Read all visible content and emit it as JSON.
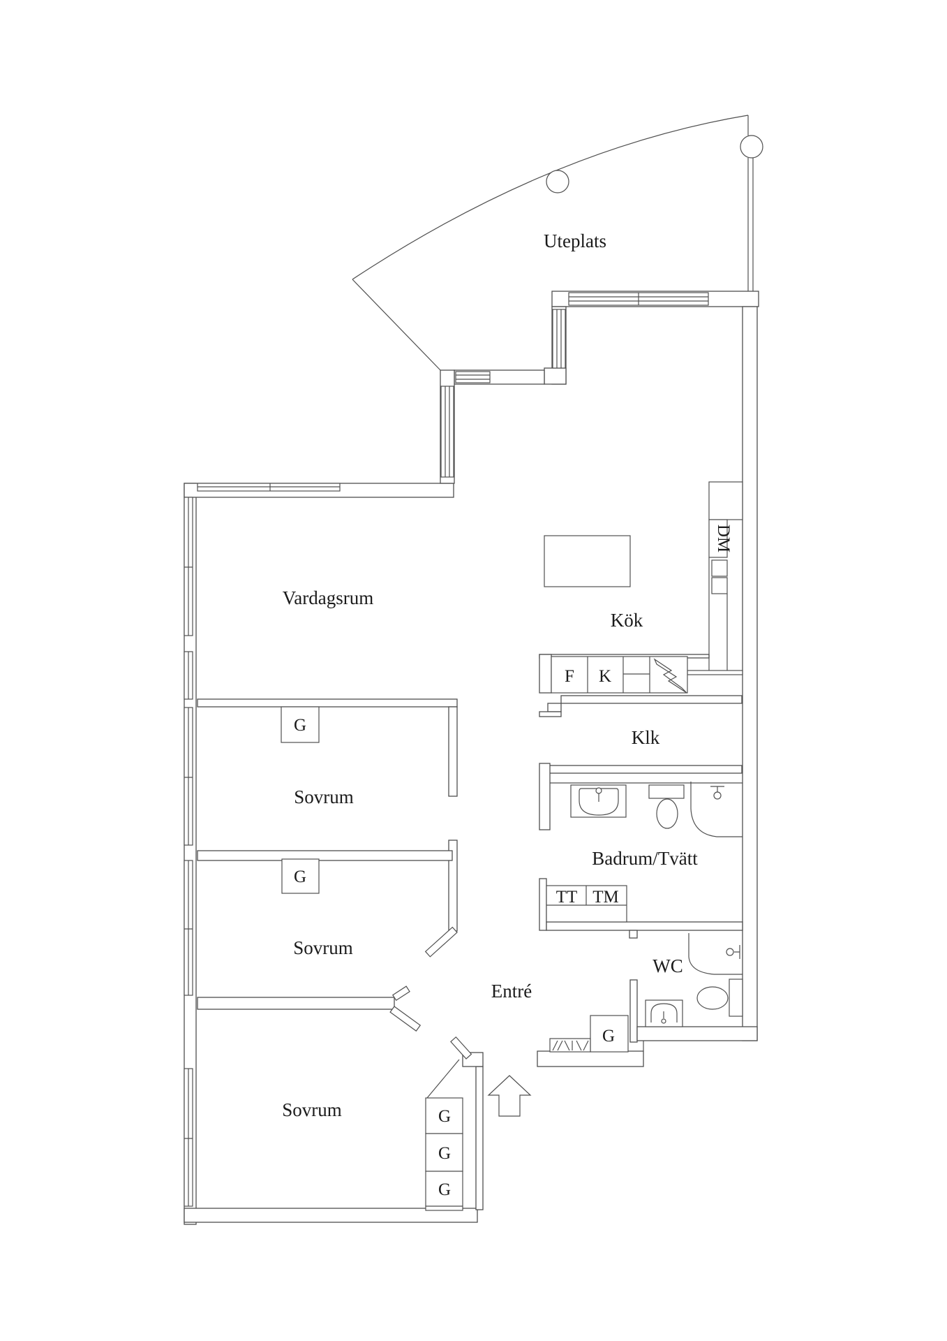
{
  "floor_plan": {
    "rooms": {
      "uteplats": "Uteplats",
      "vardagsrum": "Vardagsrum",
      "kok": "Kök",
      "klk": "Klk",
      "badrum": "Badrum/Tvätt",
      "wc": "WC",
      "entre": "Entré",
      "sovrum": "Sovrum"
    },
    "fixtures": {
      "wardrobe": "G",
      "freezer": "F",
      "fridge": "K",
      "dishwasher": "DM",
      "tumble_dryer": "TT",
      "washing_machine": "TM"
    },
    "icons": {
      "entrance_arrow": "up-arrow"
    },
    "colors": {
      "line": "#4f4f4f",
      "text": "#1b1b1b",
      "background": "#ffffff"
    }
  }
}
